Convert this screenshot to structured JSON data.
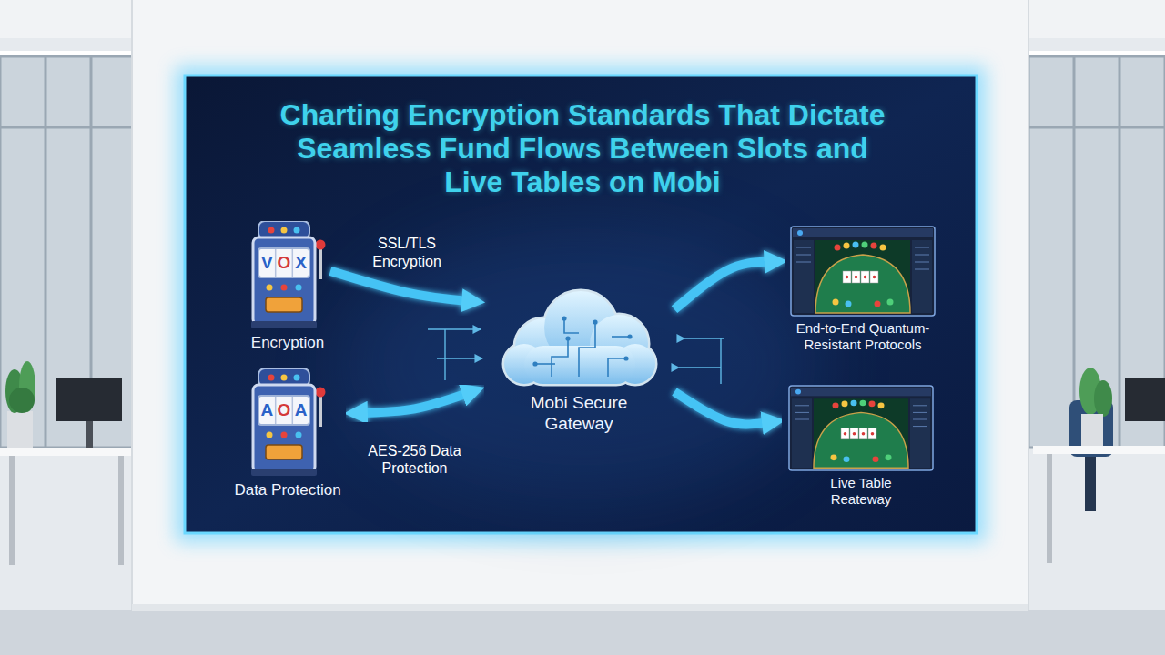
{
  "diagram": {
    "title": "Charting Encryption Standards That Dictate Seamless Fund Flows Between Slots and Live Tables on Mobi",
    "nodes": [
      {
        "text": [
          "Encryption"
        ]
      },
      {
        "text": [
          "Data Protection"
        ]
      },
      {
        "text": [
          "Mobi Secure Gateway"
        ]
      },
      {
        "text": [
          "End-to-End Quantum-Resistant Protocols"
        ]
      },
      {
        "text": [
          "Live Table Reateway"
        ]
      }
    ],
    "edges": [
      {
        "from": 0,
        "to": 2,
        "label": "SSL/TLS Encryption",
        "arrow": "to"
      },
      {
        "from": 1,
        "to": 2,
        "label": "AES-256 Data Protection",
        "arrow": "both"
      },
      {
        "from": 2,
        "to": 3,
        "arrow": "to"
      },
      {
        "from": 2,
        "to": 4,
        "arrow": "to"
      }
    ],
    "labels": [
      "V",
      "O",
      "X",
      "A",
      "O",
      "A"
    ]
  }
}
